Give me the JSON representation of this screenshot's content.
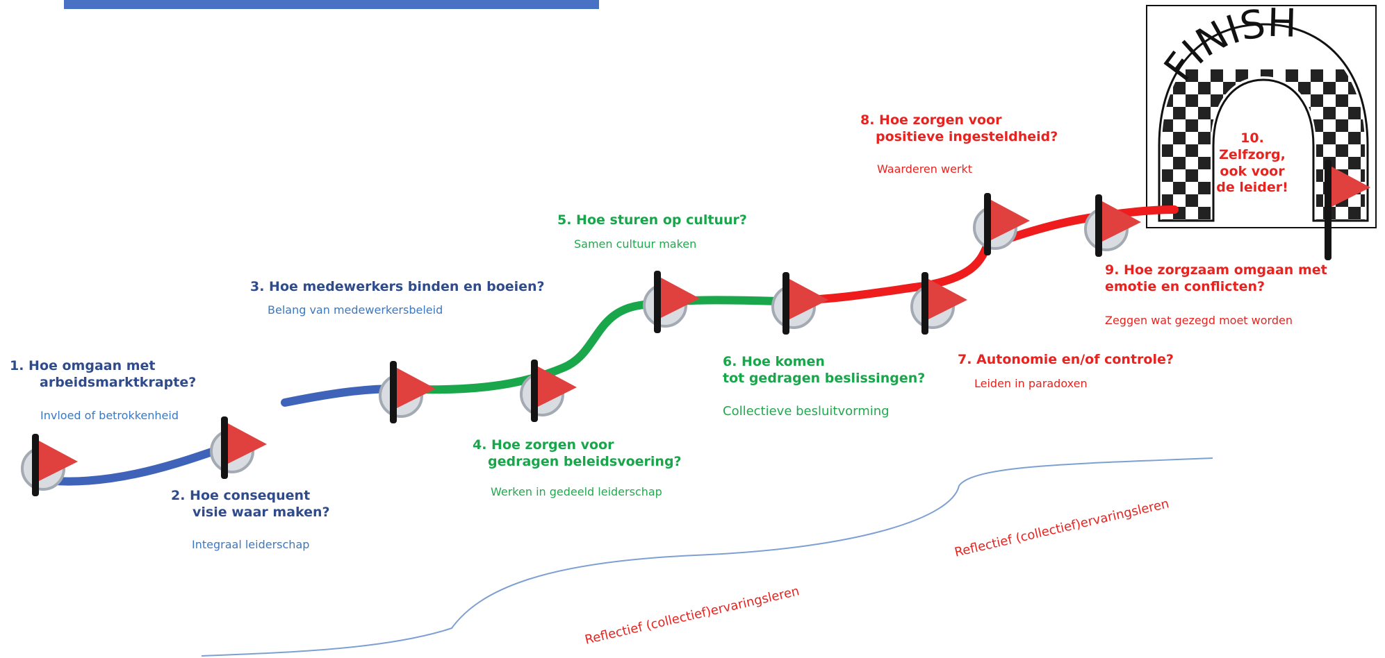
{
  "colors": {
    "blue": "#3e63b8",
    "green": "#1aa64a",
    "red": "#ee1c1c",
    "flag": "#e0413f",
    "pole": "#141414",
    "reflection_line": "#7d9fd4"
  },
  "finish_label": "FINISH",
  "steps": [
    {
      "title_lines": [
        "1.   Hoe omgaan met",
        "arbeidsmarktkrapte?"
      ],
      "subtitle": "Invloed of betrokkenheid"
    },
    {
      "title_lines": [
        "2. Hoe consequent",
        "visie waar maken?"
      ],
      "subtitle": "Integraal leiderschap"
    },
    {
      "title_lines": [
        "3. Hoe medewerkers binden en boeien?"
      ],
      "subtitle": "Belang van medewerkersbeleid"
    },
    {
      "title_lines": [
        "4. Hoe zorgen voor",
        "gedragen beleidsvoering?"
      ],
      "subtitle": "Werken in gedeeld leiderschap"
    },
    {
      "title_lines": [
        "5. Hoe sturen op cultuur?"
      ],
      "subtitle": "Samen cultuur maken"
    },
    {
      "title_lines": [
        "6. Hoe komen",
        "tot gedragen beslissingen?"
      ],
      "subtitle": "Collectieve besluitvorming"
    },
    {
      "title_lines": [
        "7. Autonomie en/of controle?"
      ],
      "subtitle": "Leiden in paradoxen"
    },
    {
      "title_lines": [
        "8. Hoe zorgen voor",
        "positieve ingesteldheid?"
      ],
      "subtitle": "Waarderen werkt"
    },
    {
      "title_lines": [
        "9. Hoe zorgzaam omgaan met",
        "emotie en conflicten?"
      ],
      "subtitle": "Zeggen wat gezegd moet worden"
    },
    {
      "title_lines": [
        "10.",
        "Zelfzorg,",
        "ook voor",
        "de leider!"
      ],
      "subtitle": ""
    }
  ],
  "reflection_labels": [
    "Reflectief (collectief)ervaringsleren",
    "Reflectief (collectief)ervaringsleren"
  ]
}
